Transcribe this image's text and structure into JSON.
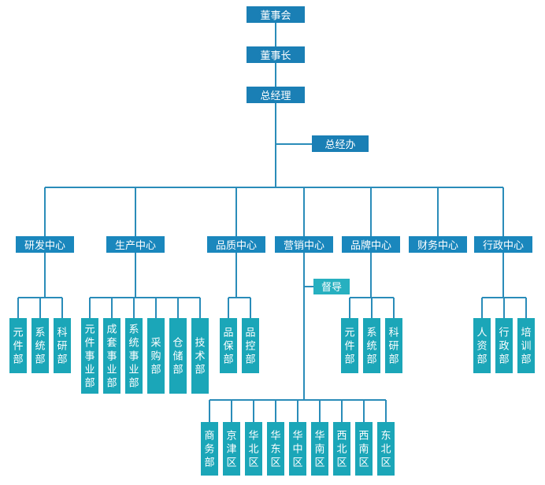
{
  "colors": {
    "top_box": "#1a7fb5",
    "center_box": "#1a87bd",
    "staff_box": "#27b0c0",
    "dept_box": "#1ba6b8",
    "line": "#2a8cb9",
    "text": "#ffffff"
  },
  "top": {
    "board": "董事会",
    "chairman": "董事长",
    "gm": "总经理",
    "gm_office": "总经办"
  },
  "centers": [
    {
      "id": "rd",
      "label": "研发中心",
      "depts": [
        "元件部",
        "系统部",
        "科研部"
      ]
    },
    {
      "id": "prod",
      "label": "生产中心",
      "depts": [
        "元件事业部",
        "成套事业部",
        "系统事业部",
        "采购部",
        "仓储部",
        "技术部"
      ]
    },
    {
      "id": "qa",
      "label": "品质中心",
      "depts": [
        "品保部",
        "品控部"
      ]
    },
    {
      "id": "sales",
      "label": "营销中心",
      "supervisor": "督导",
      "depts": [
        "商务部",
        "京津区",
        "华北区",
        "华东区",
        "华中区",
        "华南区",
        "西北区",
        "西南区",
        "东北区"
      ]
    },
    {
      "id": "brand",
      "label": "品牌中心",
      "depts": [
        "元件部",
        "系统部",
        "科研部"
      ]
    },
    {
      "id": "finance",
      "label": "财务中心",
      "depts": []
    },
    {
      "id": "admin",
      "label": "行政中心",
      "depts": [
        "人资部",
        "行政部",
        "培训部"
      ]
    }
  ]
}
